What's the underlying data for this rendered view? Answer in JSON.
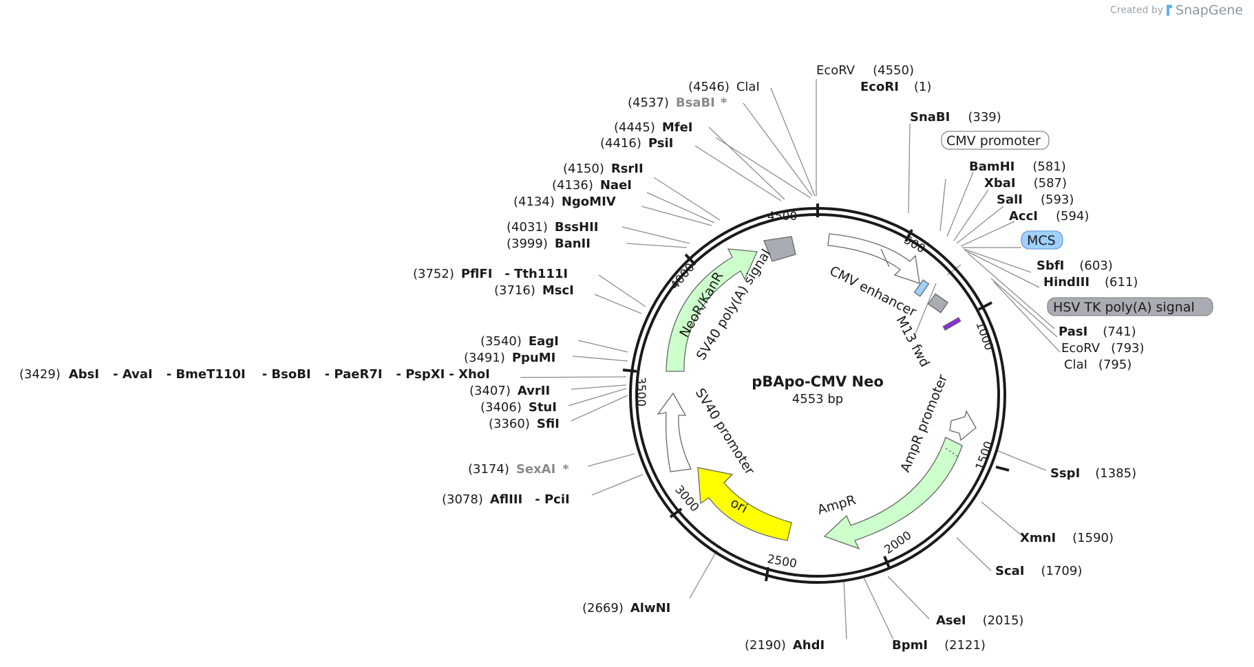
{
  "credit": {
    "text": "Created by",
    "brand": "SnapGene"
  },
  "plasmid": {
    "name": "pBApo-CMV Neo",
    "length_label": "4553 bp"
  },
  "ticks": [
    "500",
    "1000",
    "1500",
    "2000",
    "2500",
    "3000",
    "3500",
    "4000",
    "4500"
  ],
  "features": {
    "cmv_enhancer": "CMV enhancer",
    "m13_fwd": "M13 fwd",
    "ampr_promoter": "AmpR promoter",
    "ampr": "AmpR",
    "ori": "ori",
    "sv40_promoter": "SV40 promoter",
    "neor_kanr": "NeoR/KanR",
    "sv40_polya": "SV40 poly(A) signal"
  },
  "callouts": {
    "cmv_promoter": "CMV promoter",
    "mcs": "MCS",
    "hsv_tk_polya": "HSV TK poly(A) signal"
  },
  "sites": {
    "ecorv_4550": {
      "name": "EcoRV",
      "pos": "(4550)"
    },
    "ecori_1": {
      "name": "EcoRI",
      "pos": "(1)"
    },
    "clai_4546": {
      "name": "ClaI",
      "pos": "(4546)"
    },
    "bsabi_4537": {
      "name": "BsaBI",
      "pos": "(4537)",
      "mark": "*"
    },
    "snabi_339": {
      "name": "SnaBI",
      "pos": "(339)"
    },
    "mfei_4445": {
      "name": "MfeI",
      "pos": "(4445)"
    },
    "psii_4416": {
      "name": "PsiI",
      "pos": "(4416)"
    },
    "bamhi_581": {
      "name": "BamHI",
      "pos": "(581)"
    },
    "xbai_587": {
      "name": "XbaI",
      "pos": "(587)"
    },
    "sali_593": {
      "name": "SalI",
      "pos": "(593)"
    },
    "acci_594": {
      "name": "AccI",
      "pos": "(594)"
    },
    "rsrii_4150": {
      "name": "RsrII",
      "pos": "(4150)"
    },
    "naei_4136": {
      "name": "NaeI",
      "pos": "(4136)"
    },
    "ngomiv_4134": {
      "name": "NgoMIV",
      "pos": "(4134)"
    },
    "sbfi_603": {
      "name": "SbfI",
      "pos": "(603)"
    },
    "hindiii_611": {
      "name": "HindIII",
      "pos": "(611)"
    },
    "bsshii_4031": {
      "name": "BssHII",
      "pos": "(4031)"
    },
    "banii_3999": {
      "name": "BanII",
      "pos": "(3999)"
    },
    "pasi_741": {
      "name": "PasI",
      "pos": "(741)"
    },
    "ecorv_793": {
      "name": "EcoRV",
      "pos": "(793)"
    },
    "clai_795": {
      "name": "ClaI",
      "pos": "(795)"
    },
    "pflfi_3752": {
      "name": "PflFI",
      "name2": "- Tth111I",
      "pos": "(3752)"
    },
    "msci_3716": {
      "name": "MscI",
      "pos": "(3716)"
    },
    "eagi_3540": {
      "name": "EagI",
      "pos": "(3540)"
    },
    "ppumi_3491": {
      "name": "PpuMI",
      "pos": "(3491)"
    },
    "group_3429": {
      "pos": "(3429)",
      "names": [
        "AbsI",
        "- AvaI",
        "- BmeT110I",
        "- BsoBI",
        "- PaeR7I",
        "- PspXI",
        "- XhoI"
      ]
    },
    "avrii_3407": {
      "name": "AvrII",
      "pos": "(3407)"
    },
    "stui_3406": {
      "name": "StuI",
      "pos": "(3406)"
    },
    "sfii_3360": {
      "name": "SfiI",
      "pos": "(3360)"
    },
    "sexai_3174": {
      "name": "SexAI",
      "pos": "(3174)",
      "mark": "*"
    },
    "afliii_3078": {
      "name": "AflIII",
      "name2": "- PciI",
      "pos": "(3078)"
    },
    "sspi_1385": {
      "name": "SspI",
      "pos": "(1385)"
    },
    "xmni_1590": {
      "name": "XmnI",
      "pos": "(1590)"
    },
    "scai_1709": {
      "name": "ScaI",
      "pos": "(1709)"
    },
    "alwni_2669": {
      "name": "AlwNI",
      "pos": "(2669)"
    },
    "asei_2015": {
      "name": "AseI",
      "pos": "(2015)"
    },
    "ahdi_2190": {
      "name": "AhdI",
      "pos": "(2190)"
    },
    "bpmi_2121": {
      "name": "BpmI",
      "pos": "(2121)"
    }
  },
  "colors": {
    "backbone": "#1a1a1a",
    "leader": "#8c8c8c",
    "feature_green": "#ccffcc",
    "ori_yellow": "#ffff00",
    "gray_feature": "#a9adb3",
    "mcs_blue": "#9fd0ff",
    "m13_purple": "#8a2be2",
    "greyed_enzyme": "#8a8a8a"
  }
}
